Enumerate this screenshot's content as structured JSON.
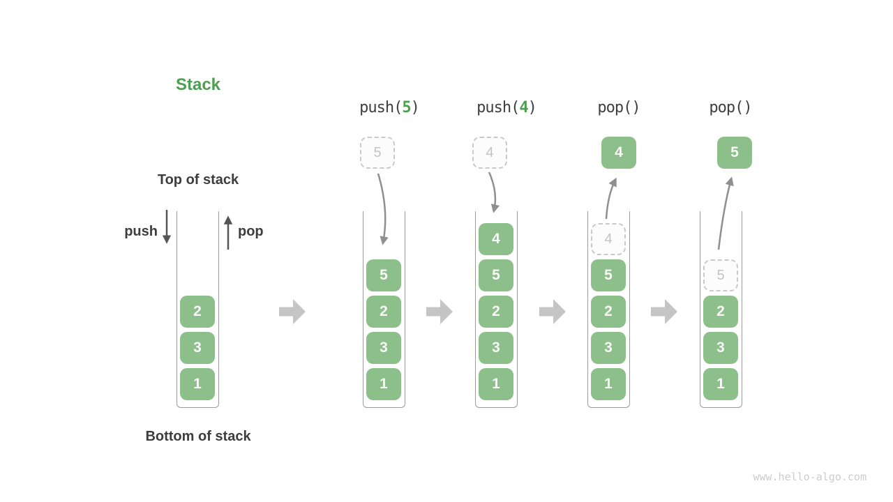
{
  "title": "Stack",
  "labels": {
    "top_of_stack": "Top of stack",
    "bottom_of_stack": "Bottom of stack",
    "push": "push",
    "pop": "pop"
  },
  "operations": [
    {
      "pre": "push(",
      "arg": "5",
      "post": ")"
    },
    {
      "pre": "push(",
      "arg": "4",
      "post": ")"
    },
    {
      "pre": "pop()",
      "arg": "",
      "post": ""
    },
    {
      "pre": "pop()",
      "arg": "",
      "post": ""
    }
  ],
  "stacks": [
    {
      "cells": [
        {
          "v": "2"
        },
        {
          "v": "3"
        },
        {
          "v": "1"
        }
      ]
    },
    {
      "incoming": "5",
      "cells": [
        {
          "v": "5"
        },
        {
          "v": "2"
        },
        {
          "v": "3"
        },
        {
          "v": "1"
        }
      ]
    },
    {
      "incoming": "4",
      "cells": [
        {
          "v": "4"
        },
        {
          "v": "5"
        },
        {
          "v": "2"
        },
        {
          "v": "3"
        },
        {
          "v": "1"
        }
      ]
    },
    {
      "outgoing": "4",
      "ghost": "4",
      "cells": [
        {
          "v": "5"
        },
        {
          "v": "2"
        },
        {
          "v": "3"
        },
        {
          "v": "1"
        }
      ]
    },
    {
      "outgoing": "5",
      "ghost": "5",
      "cells": [
        {
          "v": "2"
        },
        {
          "v": "3"
        },
        {
          "v": "1"
        }
      ]
    }
  ],
  "watermark": "www.hello-algo.com",
  "colors": {
    "box_green": "#8dbf8b",
    "accent_green": "#4e9e52",
    "dark_text": "#3d3d3d",
    "ghost_gray": "#c9c9c9",
    "arrow_dark": "#555555",
    "arrow_gray": "#8f8f8f",
    "big_arrow_gray": "#c5c5c5",
    "wall_gray": "#9b9b9b",
    "watermark_gray": "#cccccc"
  }
}
